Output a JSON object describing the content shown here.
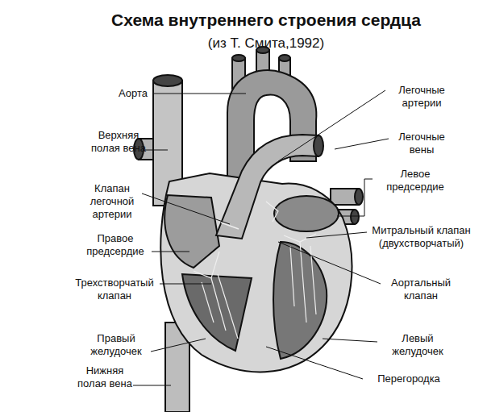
{
  "diagram": {
    "title": "Схема внутреннего строения сердца",
    "labels": [
      "(из Т. Смита,1992)",
      "Аорта",
      "Верхняя полая вена",
      "Клапан легочной артерии",
      "Правое предсердие",
      "Трехстворчатый клапан",
      "Правый желудочек",
      "Нижняя полая вена",
      "Легочные артерии",
      "Легочные вены",
      "Левое предсердие",
      "Митральный клапан (двухстворчатый)",
      "Аортальный клапан",
      "Левый желудочек",
      "Перегородка"
    ]
  }
}
